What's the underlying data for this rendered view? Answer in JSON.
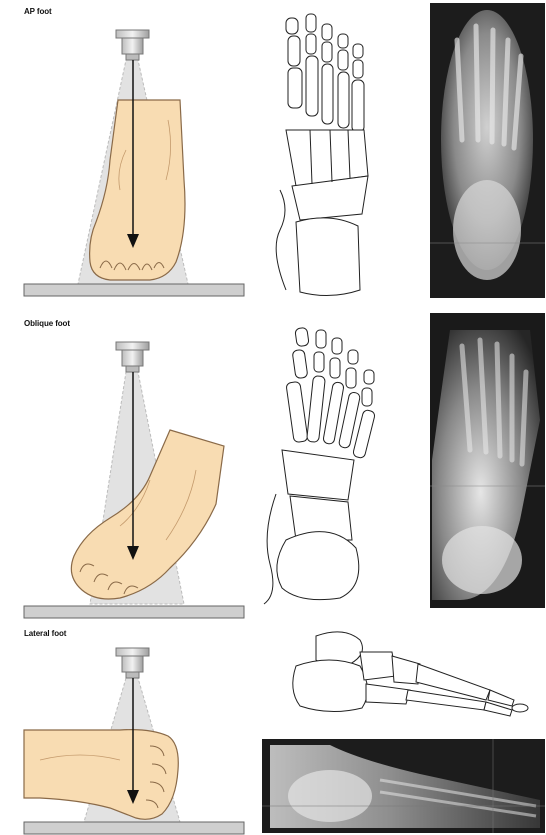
{
  "sections": [
    {
      "id": "ap",
      "label": "AP foot"
    },
    {
      "id": "oblique",
      "label": "Oblique foot"
    },
    {
      "id": "lateral",
      "label": "Lateral foot"
    }
  ],
  "colors": {
    "skin_fill": "#f8dcb2",
    "skin_stroke": "#8a6a48",
    "beam": "#d8d8d8",
    "table_fill": "#cfcfcf",
    "xray_bg": "#1a1a1a",
    "bone_stroke": "#222222"
  },
  "icons": {
    "tube": "xray-tube-icon",
    "arrow": "central-ray-arrow-icon"
  }
}
